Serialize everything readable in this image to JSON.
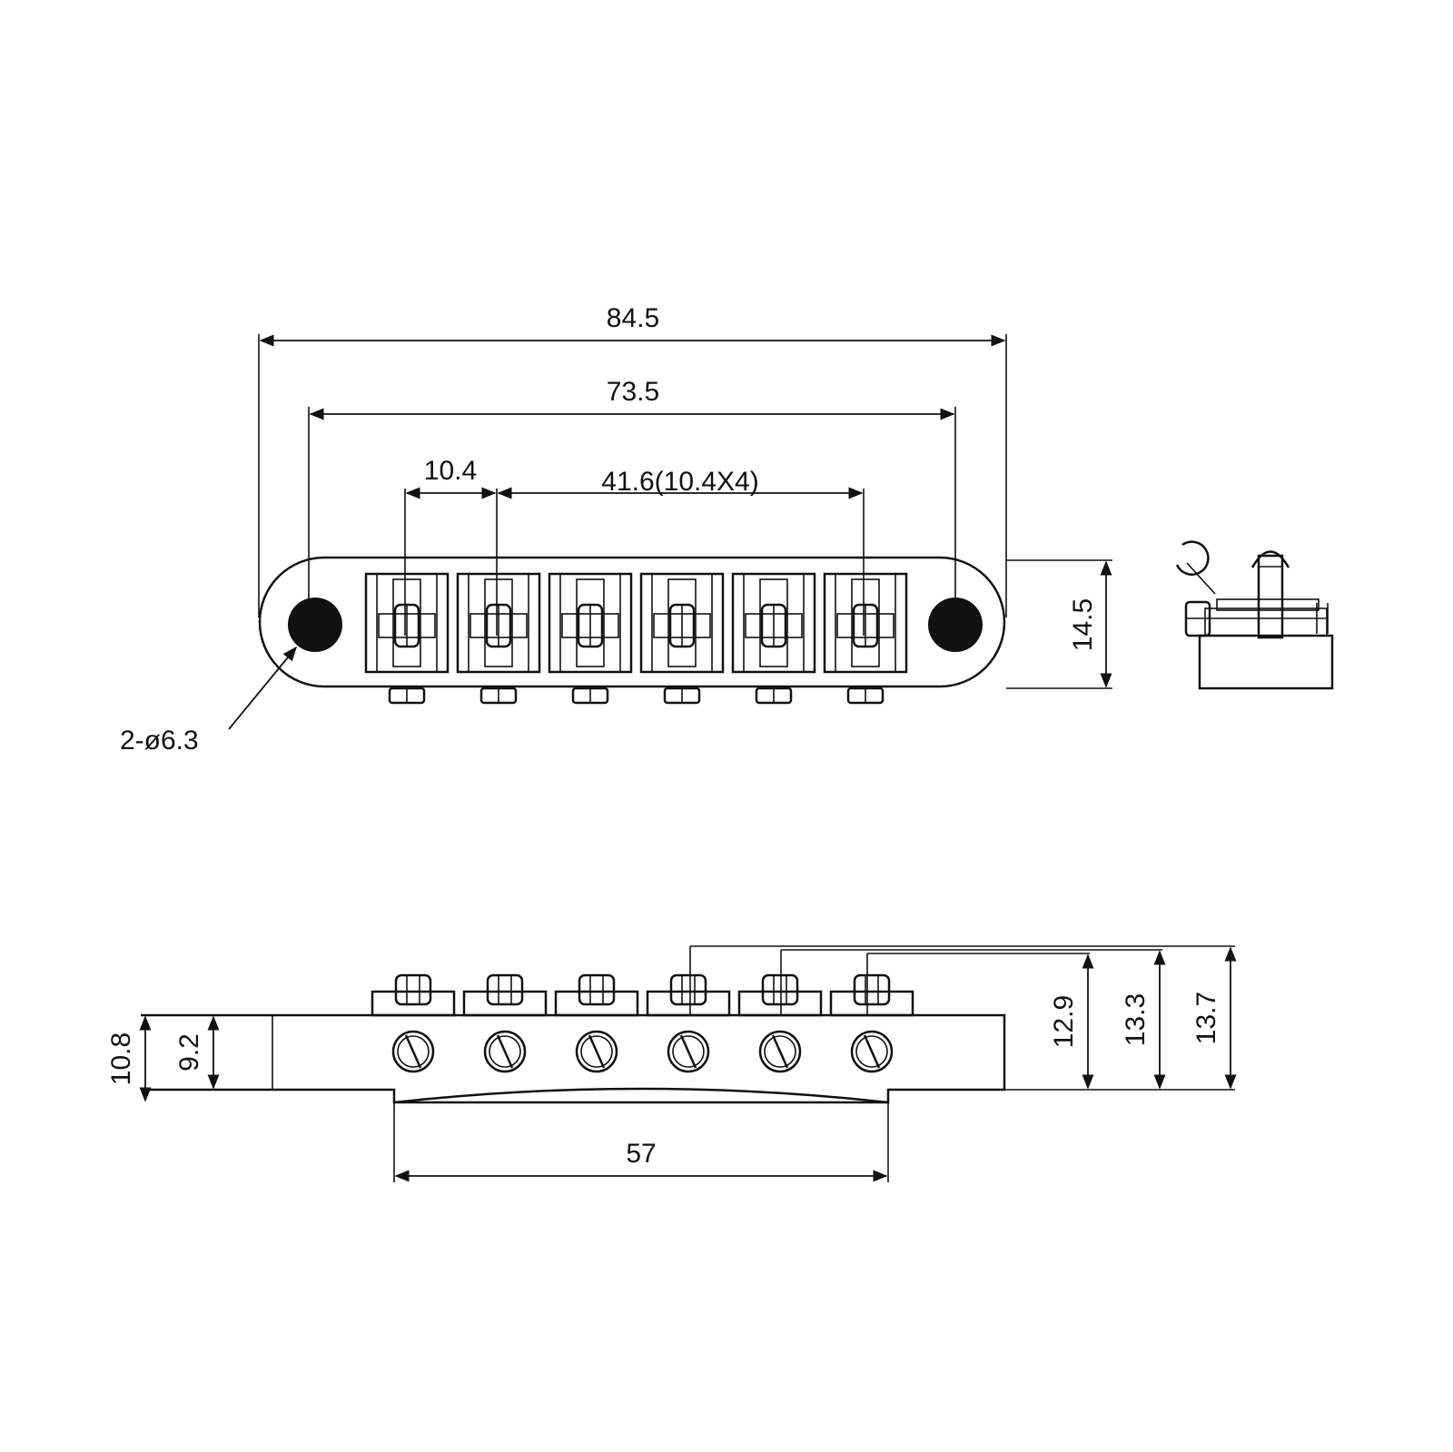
{
  "top_view": {
    "overall_length": "84.5",
    "post_spacing": "73.5",
    "first_saddle_spacing": "10.4",
    "saddle_span": "41.6(10.4X4)",
    "height": "14.5",
    "post_hole_callout": "2-ø6.3",
    "saddle_count": 6
  },
  "side_view": {
    "base_height": "10.8",
    "body_height": "9.2",
    "radius_span": "57",
    "saddle_height_low": "12.9",
    "saddle_height_mid": "13.3",
    "saddle_height_high": "13.7"
  }
}
